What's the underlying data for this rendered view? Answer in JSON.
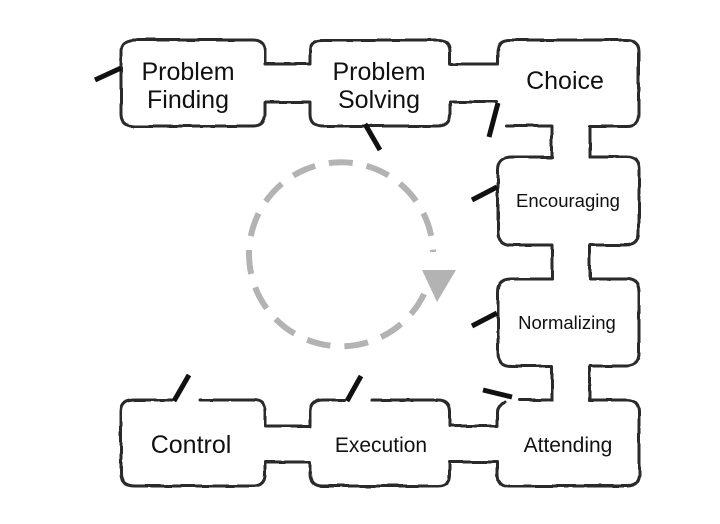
{
  "nodes": {
    "problem_finding": {
      "line1": "Problem",
      "line2": "Finding"
    },
    "problem_solving": {
      "line1": "Problem",
      "line2": "Solving"
    },
    "choice": {
      "label": "Choice"
    },
    "encouraging": {
      "label": "Encouraging"
    },
    "normalizing": {
      "label": "Normalizing"
    },
    "control": {
      "label": "Control"
    },
    "execution": {
      "label": "Execution"
    },
    "attending": {
      "label": "Attending"
    }
  },
  "colors": {
    "outline": "#2a2a2a",
    "tick": "#111111",
    "cycle_arrow": "#b3b3b3",
    "background": "#ffffff"
  },
  "cycle_arrow": {
    "direction": "clockwise",
    "style": "dashed"
  }
}
